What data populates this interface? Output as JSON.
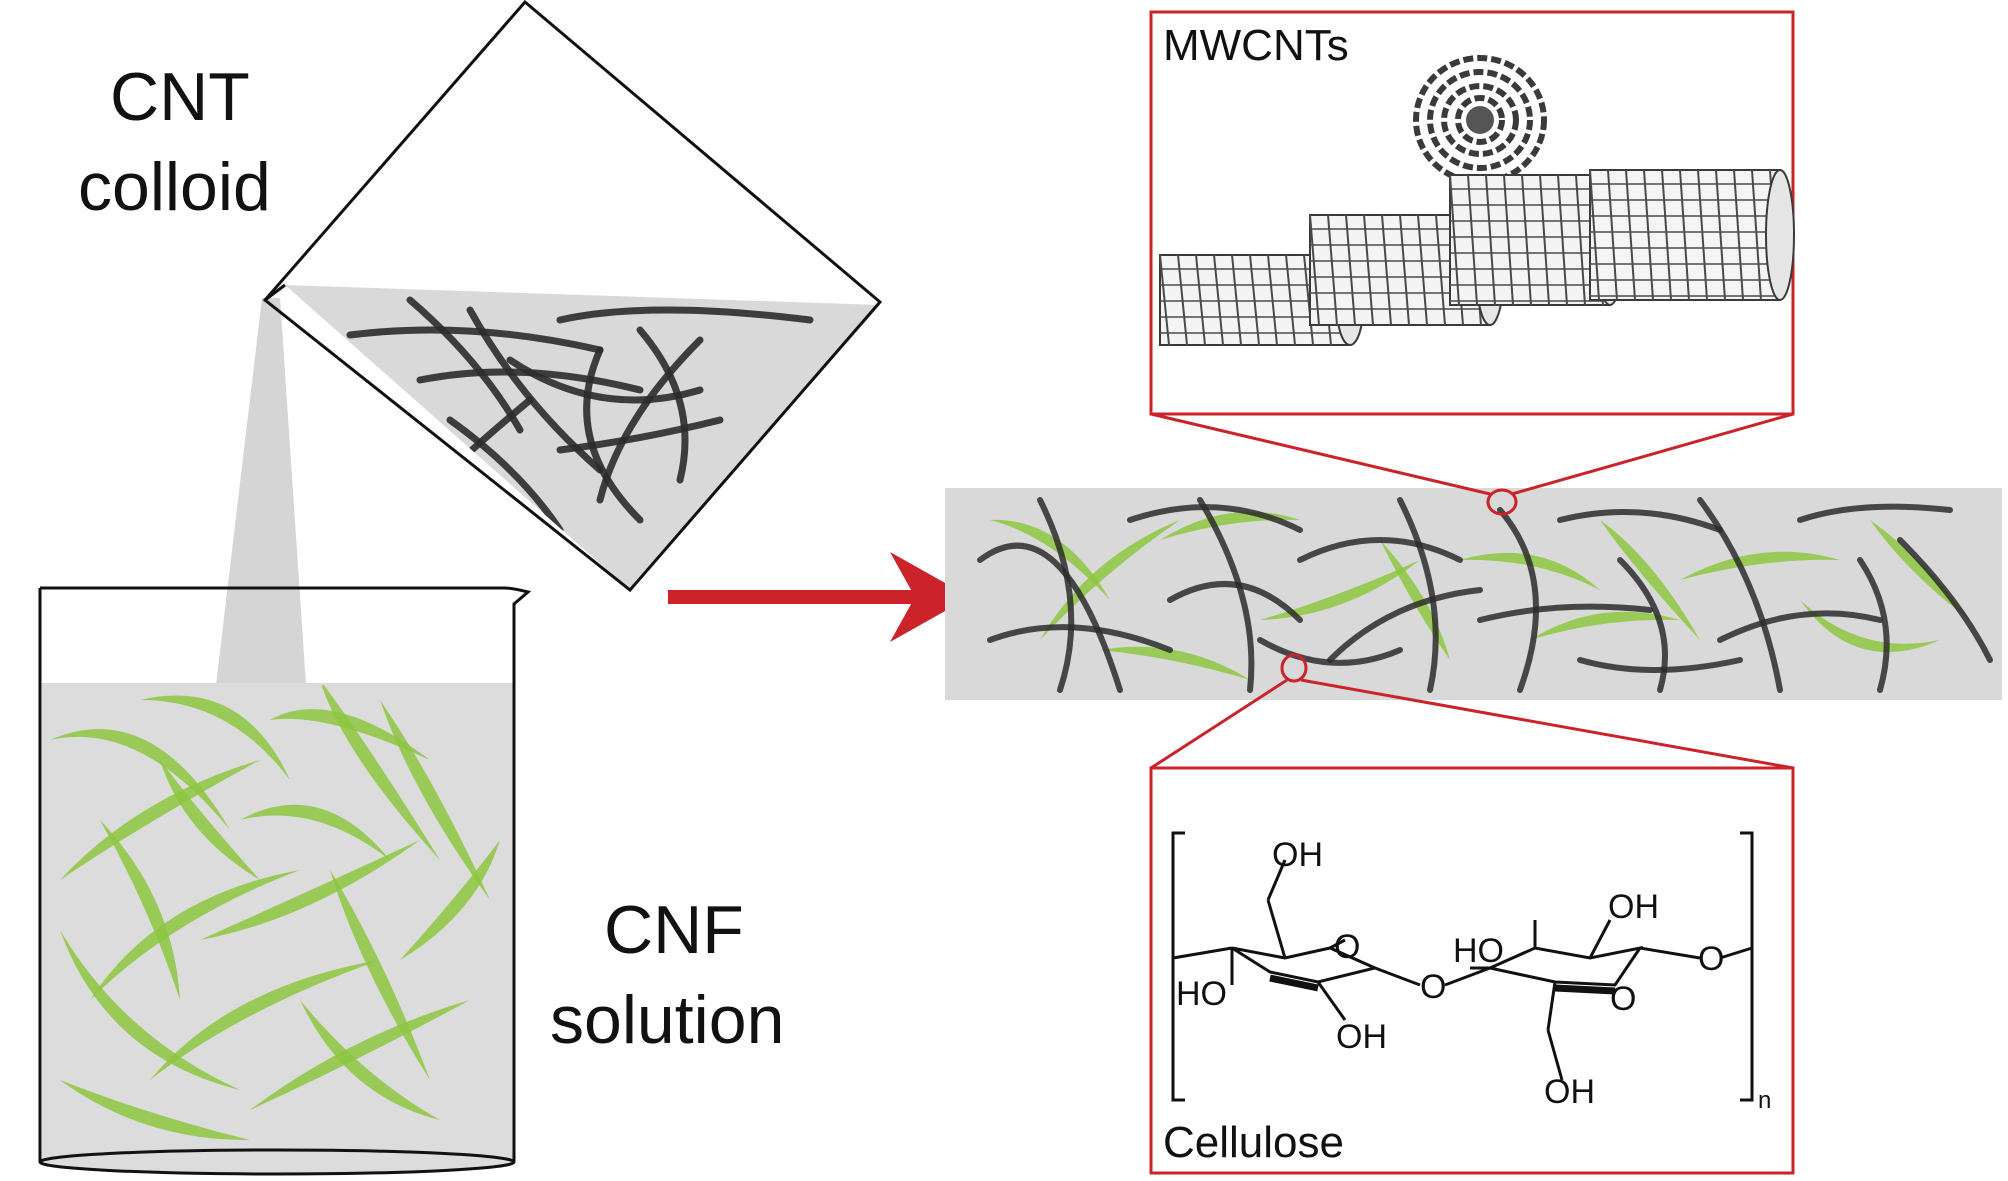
{
  "labels": {
    "cnt_line1": "CNT",
    "cnt_line2": "colloid",
    "cnf_line1": "CNF",
    "cnf_line2": "solution",
    "mwcnt_box": "MWCNTs",
    "cellulose_box": "Cellulose"
  },
  "cellulose_structure": {
    "oh": "OH",
    "ho": "HO",
    "o": "O",
    "subscript": "n"
  },
  "colors": {
    "cnf_fiber": "#8dc63f",
    "cnt_fiber": "#2b2b2b",
    "liquid": "#d9d9d9",
    "accent_red": "#cc2229",
    "outline": "#111111"
  }
}
